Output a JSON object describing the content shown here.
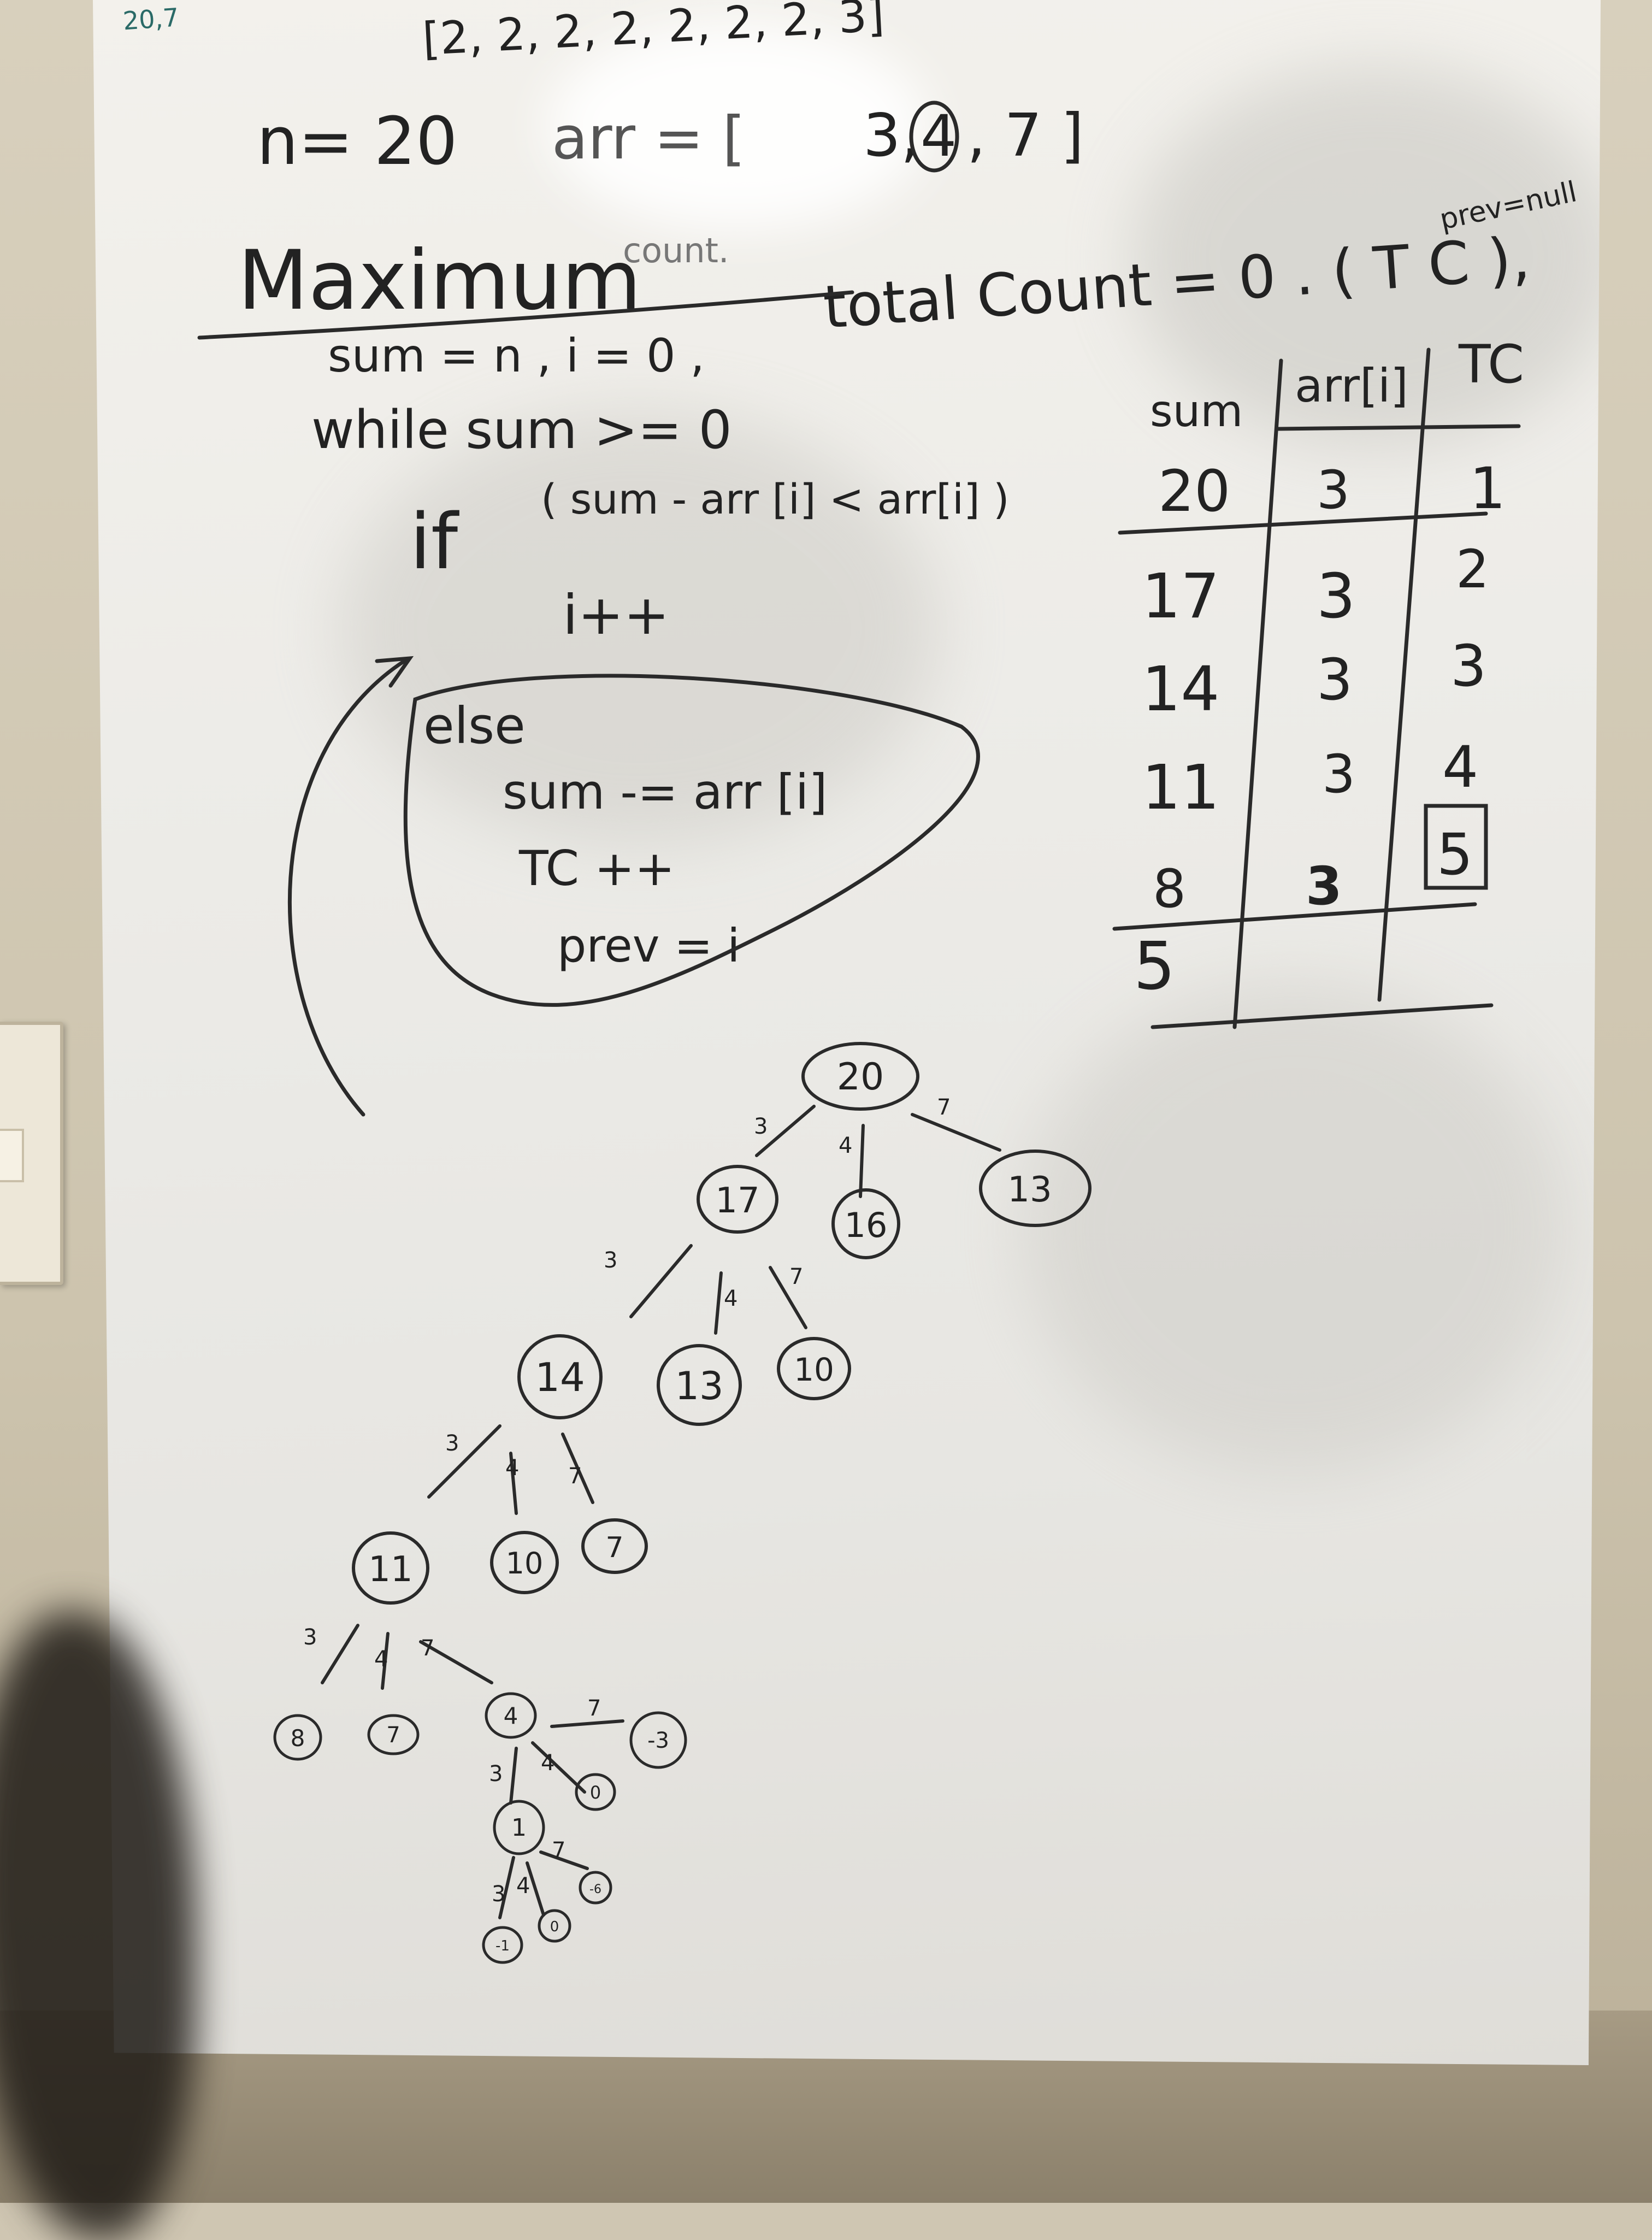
{
  "note": {
    "corner": "20,7"
  },
  "code": {
    "top_array": "[2, 2, 2, 2, 2, 2, 2, 3]",
    "n_line": "n= 20",
    "arr_label": "arr = [",
    "arr_a": "3,",
    "arr_b": "4",
    "arr_c": ", 7 ]",
    "title": "Maximum",
    "count_word": "count.",
    "init": "sum = n ,  i = 0 ,",
    "total": "total Count = 0 . ( T C ),",
    "prev_null": "prev=null",
    "while": "while sum >= 0",
    "if_kw": "if",
    "cond": "( sum - arr [i] < arr[i] )",
    "inc": "i++",
    "else": "else",
    "sub": "sum -= arr [i]",
    "tc": "TC ++",
    "prev": "prev = i"
  },
  "table": {
    "headers": [
      "sum",
      "arr[i]",
      "TC"
    ],
    "rows": [
      [
        "20",
        "3",
        "1"
      ],
      [
        "17",
        "3",
        "2"
      ],
      [
        "14",
        "3",
        "3"
      ],
      [
        "11",
        "3",
        "4"
      ],
      [
        "8",
        "3",
        "5"
      ]
    ],
    "last_sum": "5"
  },
  "tree": {
    "nodes": [
      {
        "id": "n20",
        "label": "20"
      },
      {
        "id": "n17",
        "label": "17"
      },
      {
        "id": "n16",
        "label": "16"
      },
      {
        "id": "n13a",
        "label": "13"
      },
      {
        "id": "n14",
        "label": "14"
      },
      {
        "id": "n13b",
        "label": "13"
      },
      {
        "id": "n10a",
        "label": "10"
      },
      {
        "id": "n11",
        "label": "11"
      },
      {
        "id": "n10b",
        "label": "10"
      },
      {
        "id": "n7a",
        "label": "7"
      },
      {
        "id": "n8",
        "label": "8"
      },
      {
        "id": "n7b",
        "label": "7"
      },
      {
        "id": "n4",
        "label": "4"
      },
      {
        "id": "nm3",
        "label": "-3"
      },
      {
        "id": "n1",
        "label": "1"
      },
      {
        "id": "n0a",
        "label": "0"
      },
      {
        "id": "nm1",
        "label": "-1"
      },
      {
        "id": "n0b",
        "label": "0"
      },
      {
        "id": "nm6",
        "label": "-6"
      }
    ],
    "edge_labels": [
      "3",
      "4",
      "7",
      "3",
      "4",
      "7",
      "3",
      "4",
      "7",
      "3",
      "4",
      "7",
      "3",
      "4",
      "7",
      "3",
      "4",
      "7"
    ]
  }
}
